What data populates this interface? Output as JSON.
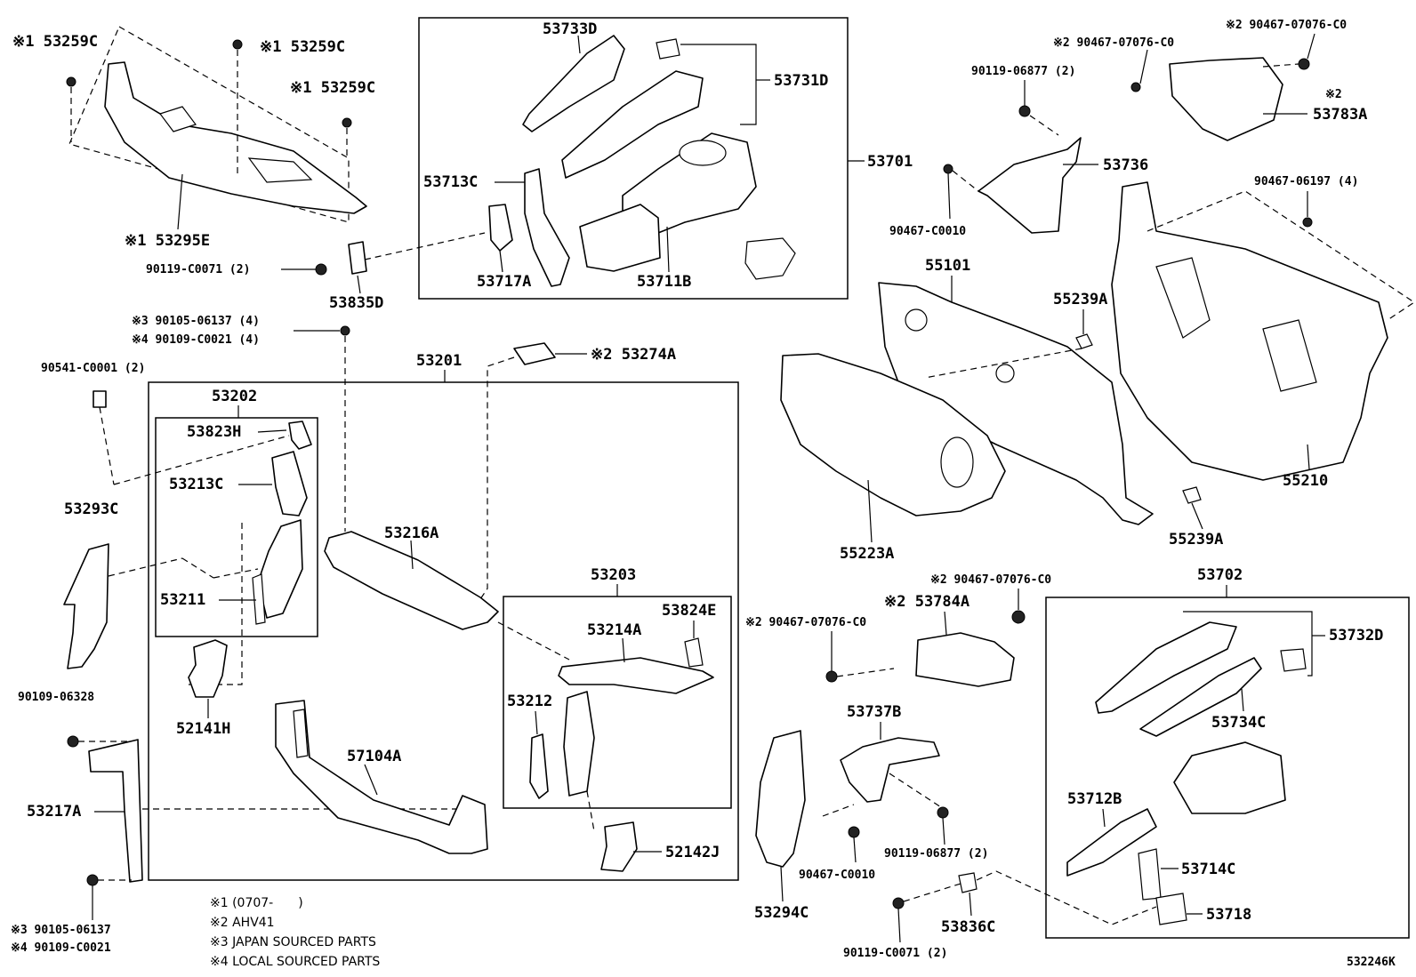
{
  "diagram_code": "532246K",
  "labels": {
    "p53259c_tl": "※1 53259C",
    "p53259c_tm": "※1 53259C",
    "p53259c_mr": "※1 53259C",
    "p53295e": "※1 53295E",
    "p90119c0071_l": "90119-C0071 (2)",
    "p53835d": "53835D",
    "p90105_06137_4": "※3 90105-06137 (4)",
    "p90109_c0021_4": "※4 90109-C0021 (4)",
    "p90541": "90541-C0001 (2)",
    "p53201": "53201",
    "p53202": "53202",
    "p53823h": "53823H",
    "p53213c": "53213C",
    "p53211": "53211",
    "p52141h": "52141H",
    "p53216a": "53216A",
    "p53274a": "※2 53274A",
    "p53203": "53203",
    "p53824e": "53824E",
    "p53214a": "53214A",
    "p53212": "53212",
    "p57104a": "57104A",
    "p52142j": "52142J",
    "p53293c": "53293C",
    "p90109_06328": "90109-06328",
    "p53217a": "53217A",
    "p90105_06137": "※3 90105-06137",
    "p90109_c0021": "※4 90109-C0021",
    "p53733d": "53733D",
    "p53731d": "53731D",
    "p53701": "53701",
    "p53713c": "53713C",
    "p53717a": "53717A",
    "p53711b": "53711B",
    "p90119_06877_t": "90119-06877 (2)",
    "p90467_07076_a": "※2 90467-07076-C0",
    "p90467_07076_b": "※2 90467-07076-C0",
    "p53783a_mark": "※2",
    "p53783a": "53783A",
    "p53736": "53736",
    "p90467_c0010_t": "90467-C0010",
    "p90467_06197": "90467-06197 (4)",
    "p55101": "55101",
    "p55239a_t": "55239A",
    "p55223a": "55223A",
    "p55239a_b": "55239A",
    "p55210": "55210",
    "p90467_07076_c": "※2 90467-07076-C0",
    "p53784a": "※2 53784A",
    "p90467_07076_d": "※2 90467-07076-C0",
    "p53737b": "53737B",
    "p53294c": "53294C",
    "p90119_06877_b": "90119-06877 (2)",
    "p90467_c0010_b": "90467-C0010",
    "p53836c": "53836C",
    "p90119_c0071_b": "90119-C0071 (2)",
    "p53702": "53702",
    "p53732d": "53732D",
    "p53734c": "53734C",
    "p53712b": "53712B",
    "p53714c": "53714C",
    "p53718": "53718"
  },
  "notes": [
    "※1 (0707-　　)",
    "※2 AHV41",
    "※3 JAPAN SOURCED PARTS",
    "※4 LOCAL SOURCED PARTS"
  ]
}
